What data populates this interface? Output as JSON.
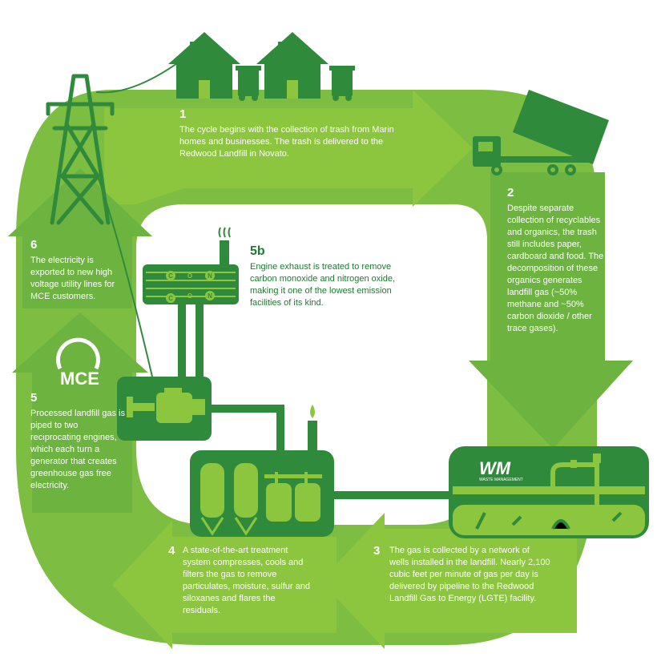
{
  "colors": {
    "band_light": "#8cc63f",
    "band_mid": "#6db33f",
    "icon_dark": "#2f8a3c",
    "icon_mid": "#3c9b3f",
    "text_dark": "#1f7a33"
  },
  "icons": [
    "house-icon",
    "trash-bin-icon",
    "truck-icon",
    "power-tower-icon",
    "landfill-icon",
    "engine-icon",
    "gas-tank-icon",
    "flare-icon",
    "exhaust-treatment-icon",
    "mce-logo",
    "wm-logo"
  ],
  "logos": {
    "wm": "WM",
    "wm_sub": "WASTE MANAGEMENT",
    "mce": "MCE"
  },
  "exhaust_labels": {
    "row1": [
      "C",
      "N"
    ],
    "row2": [
      "C",
      "N"
    ],
    "row2_o": "O",
    "row1_o": "O"
  },
  "steps": [
    {
      "number": "1",
      "text": "The cycle begins with the collection of trash from Marin homes and businesses. The trash is delivered to the Redwood Landfill in Novato."
    },
    {
      "number": "2",
      "text": "Despite separate collection of recyclables and organics, the trash still includes paper, cardboard and food. The decomposition of these organics generates landfill gas (~50% methane and ~50% carbon dioxide / other trace gases)."
    },
    {
      "number": "3",
      "text": "The gas is collected by a network of wells installed in the landfill. Nearly 2,100 cubic feet per minute of gas per day is delivered by pipeline to the Redwood Landfill Gas to Energy (LGTE) facility."
    },
    {
      "number": "4",
      "text": "A state-of-the-art treatment system compresses, cools and filters the gas to remove particulates, moisture, sulfur and siloxanes and flares the residuals."
    },
    {
      "number": "5",
      "text": "Processed landfill gas is piped to two reciprocating engines, which each turn a generator that creates greenhouse gas free electricity."
    },
    {
      "number": "5b",
      "text": "Engine exhaust is treated to remove carbon monoxide and nitrogen oxide, making it one of the lowest emission facilities of its kind."
    },
    {
      "number": "6",
      "text": "The electricity is exported to new high voltage utility lines for MCE customers."
    }
  ]
}
